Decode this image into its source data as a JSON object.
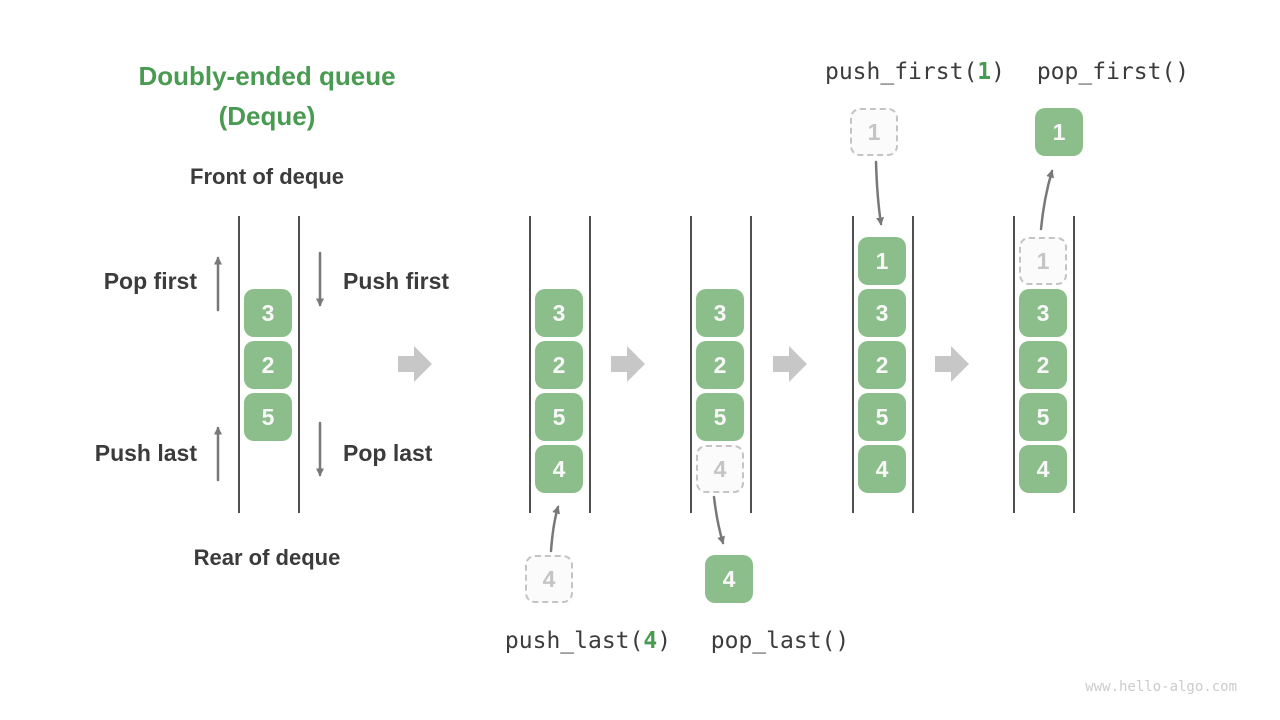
{
  "title": {
    "line1": "Doubly-ended queue",
    "line2": "(Deque)"
  },
  "labels": {
    "front": "Front of deque",
    "rear": "Rear of deque",
    "pop_first": "Pop first",
    "push_first": "Push first",
    "push_last": "Push last",
    "pop_last": "Pop last"
  },
  "operations": {
    "push_first": {
      "prefix": "push_first(",
      "arg": "1",
      "suffix": ")"
    },
    "pop_first": {
      "text": "pop_first()"
    },
    "push_last": {
      "prefix": "push_last(",
      "arg": "4",
      "suffix": ")"
    },
    "pop_last": {
      "text": "pop_last()"
    }
  },
  "queues": [
    {
      "name": "deque-initial",
      "cells": [
        {
          "value": "3",
          "state": "solid"
        },
        {
          "value": "2",
          "state": "solid"
        },
        {
          "value": "5",
          "state": "solid"
        }
      ]
    },
    {
      "name": "deque-after-push-last",
      "cells": [
        {
          "value": "3",
          "state": "solid"
        },
        {
          "value": "2",
          "state": "solid"
        },
        {
          "value": "5",
          "state": "solid"
        },
        {
          "value": "4",
          "state": "solid"
        }
      ]
    },
    {
      "name": "deque-pop-last-pending",
      "cells": [
        {
          "value": "3",
          "state": "solid"
        },
        {
          "value": "2",
          "state": "solid"
        },
        {
          "value": "5",
          "state": "solid"
        },
        {
          "value": "4",
          "state": "dashed"
        }
      ]
    },
    {
      "name": "deque-after-push-first",
      "cells": [
        {
          "value": "1",
          "state": "solid"
        },
        {
          "value": "3",
          "state": "solid"
        },
        {
          "value": "2",
          "state": "solid"
        },
        {
          "value": "5",
          "state": "solid"
        },
        {
          "value": "4",
          "state": "solid"
        }
      ]
    },
    {
      "name": "deque-pop-first-pending",
      "cells": [
        {
          "value": "1",
          "state": "dashed"
        },
        {
          "value": "3",
          "state": "solid"
        },
        {
          "value": "2",
          "state": "solid"
        },
        {
          "value": "5",
          "state": "solid"
        },
        {
          "value": "4",
          "state": "solid"
        }
      ]
    }
  ],
  "floating": {
    "push_last_item": {
      "value": "4",
      "state": "dashed"
    },
    "pop_last_item": {
      "value": "4",
      "state": "solid"
    },
    "push_first_item": {
      "value": "1",
      "state": "dashed"
    },
    "pop_first_item": {
      "value": "1",
      "state": "solid"
    }
  },
  "icons": {
    "flow_arrows": "right-block-arrow",
    "small_arrows": [
      "pop-first-up-arrow",
      "push-first-down-arrow",
      "push-last-up-arrow",
      "pop-last-down-arrow"
    ]
  },
  "colors": {
    "accent_green": "#4a9b52",
    "box_green": "#8cbe8c",
    "dashed_gray": "#c4c4c4",
    "arrow_gray": "#787878",
    "big_arrow_gray": "#c7c7c7",
    "wall_gray": "#4f4f4f",
    "text_dark": "#3b3b3b",
    "watermark_gray": "#cbcbcb"
  },
  "watermark": "www.hello-algo.com"
}
